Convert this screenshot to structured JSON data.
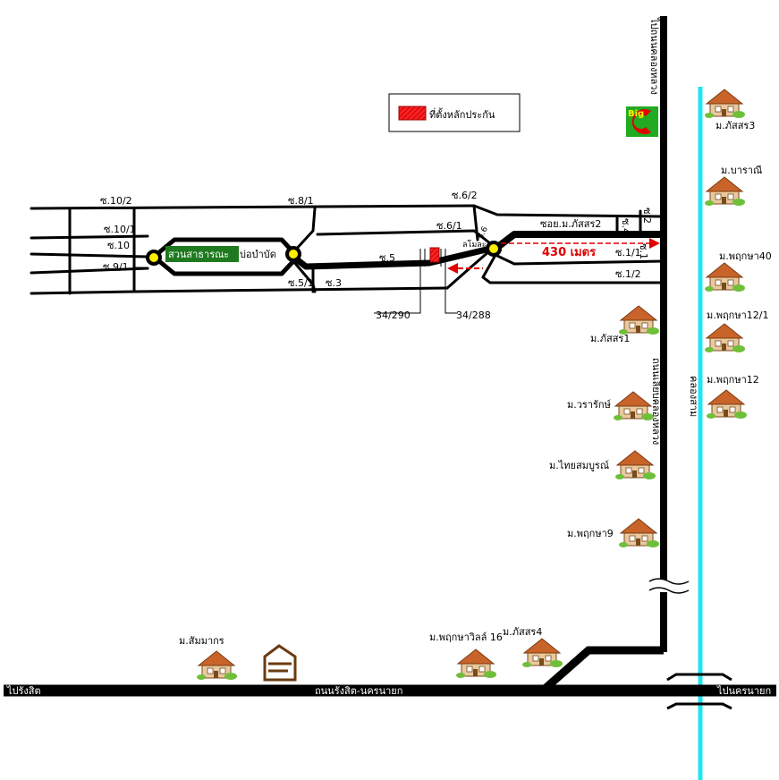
{
  "legend": {
    "label": "ที่ตั้งหลักประกัน"
  },
  "store_logo": {
    "text": "Big"
  },
  "distance": {
    "label": "430 เมตร"
  },
  "park": {
    "name": "สวนสาธารณะ",
    "pond": "บ่อบำบัด"
  },
  "main_road": {
    "name": "ถนนรังสิต-นครนายก",
    "left_dest": "ไปรังสิต",
    "right_dest": "ไปนครนายก"
  },
  "vertical_road": {
    "name": "ถนนเลียบคลองหลวง",
    "top_dest": "ไปถนนคลองหลวง"
  },
  "canal": {
    "name": "คลองสาม"
  },
  "sois": {
    "s10_2": "ซ.10/2",
    "s10_1": "ซ.10/1",
    "s10": "ซ.10",
    "s9_1": "ซ.9/1",
    "s8_1": "ซ.8/1",
    "s6_2": "ซ.6/2",
    "s6_1": "ซ.6/1",
    "s6": "ซ.6",
    "s5": "ซ.5",
    "s5_1": "ซ.5/1",
    "s3": "ซ.3",
    "s4": "ซ.4",
    "s2": "ซ.2",
    "s1_1": "ซ.1/1",
    "s1": "ซ.1",
    "s1_2": "ซ.1/2",
    "phatson2": "ซอย.ม.ภัสสร2",
    "small_lane": "ลโมละ"
  },
  "parcels": {
    "p1": "34/290",
    "p2": "34/288"
  },
  "villages": {
    "phatson3": "ม.ภัสสร3",
    "baranee": "ม.บาราณี",
    "pruksa40": "ม.พฤกษา40",
    "pruksa12_1": "ม.พฤกษา12/1",
    "pruksa12": "ม.พฤกษา12",
    "phatson1": "ม.ภัสสร1",
    "wararak": "ม.วรารักษ์",
    "thaisombun": "ม.ไทยสมบูรณ์",
    "pruksa9": "ม.พฤกษา9",
    "pruksaville": "ม.พฤกษาวิลล์ 16",
    "phatson4": "ม.ภัสสร4",
    "samakorn": "ม.สัมมากร"
  },
  "colors": {
    "road": "#000000",
    "canal": "#1ee6f0",
    "marker": "#e00000",
    "park": "#1f7a1f",
    "roundabout": "#ffee00",
    "store_bg": "#22aa22",
    "store_accent": "#e00000"
  },
  "icons": {
    "house": "house-icon",
    "store": "big-c-logo-icon",
    "temple": "temple-icon"
  }
}
